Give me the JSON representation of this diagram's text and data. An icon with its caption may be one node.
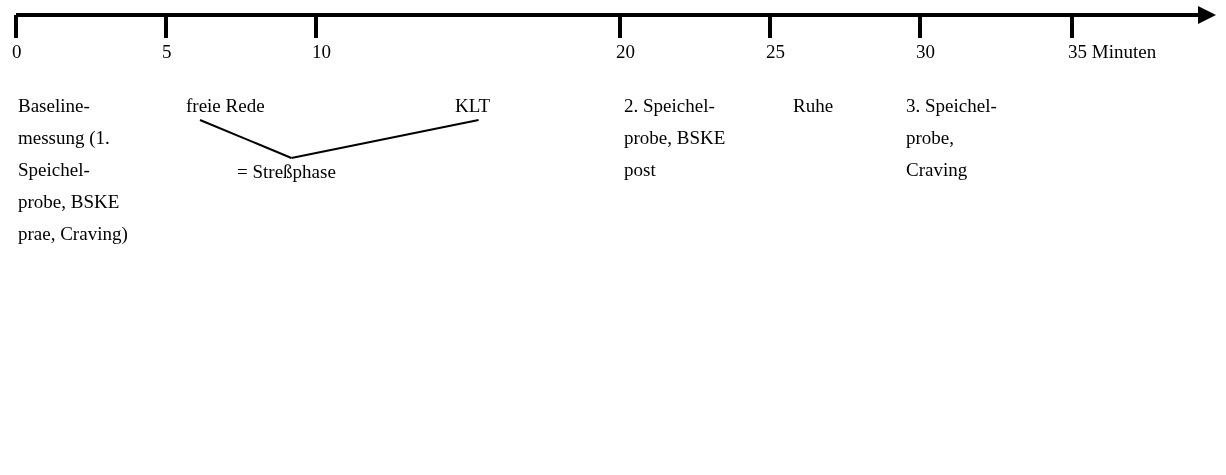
{
  "diagram": {
    "nodes": [
      {
        "text": [
          "Baseline- messung (1. Speichel- probe, BSKE prae, Craving)"
        ]
      },
      {
        "text": [
          "freie Rede"
        ]
      },
      {
        "text": [
          "KLT"
        ]
      },
      {
        "text": [
          "= Streßphase"
        ]
      },
      {
        "text": [
          "2. Speichel- probe, BSKE post"
        ]
      },
      {
        "text": [
          "Ruhe"
        ]
      },
      {
        "text": [
          "3. Speichel- probe, Craving"
        ]
      }
    ],
    "edges": [
      {
        "from": 1,
        "to": 3,
        "arrow": "none"
      },
      {
        "from": 2,
        "to": 3,
        "arrow": "none"
      }
    ],
    "labels": [
      "0",
      "5",
      "10",
      "20",
      "25",
      "30",
      "35 Minuten"
    ]
  }
}
